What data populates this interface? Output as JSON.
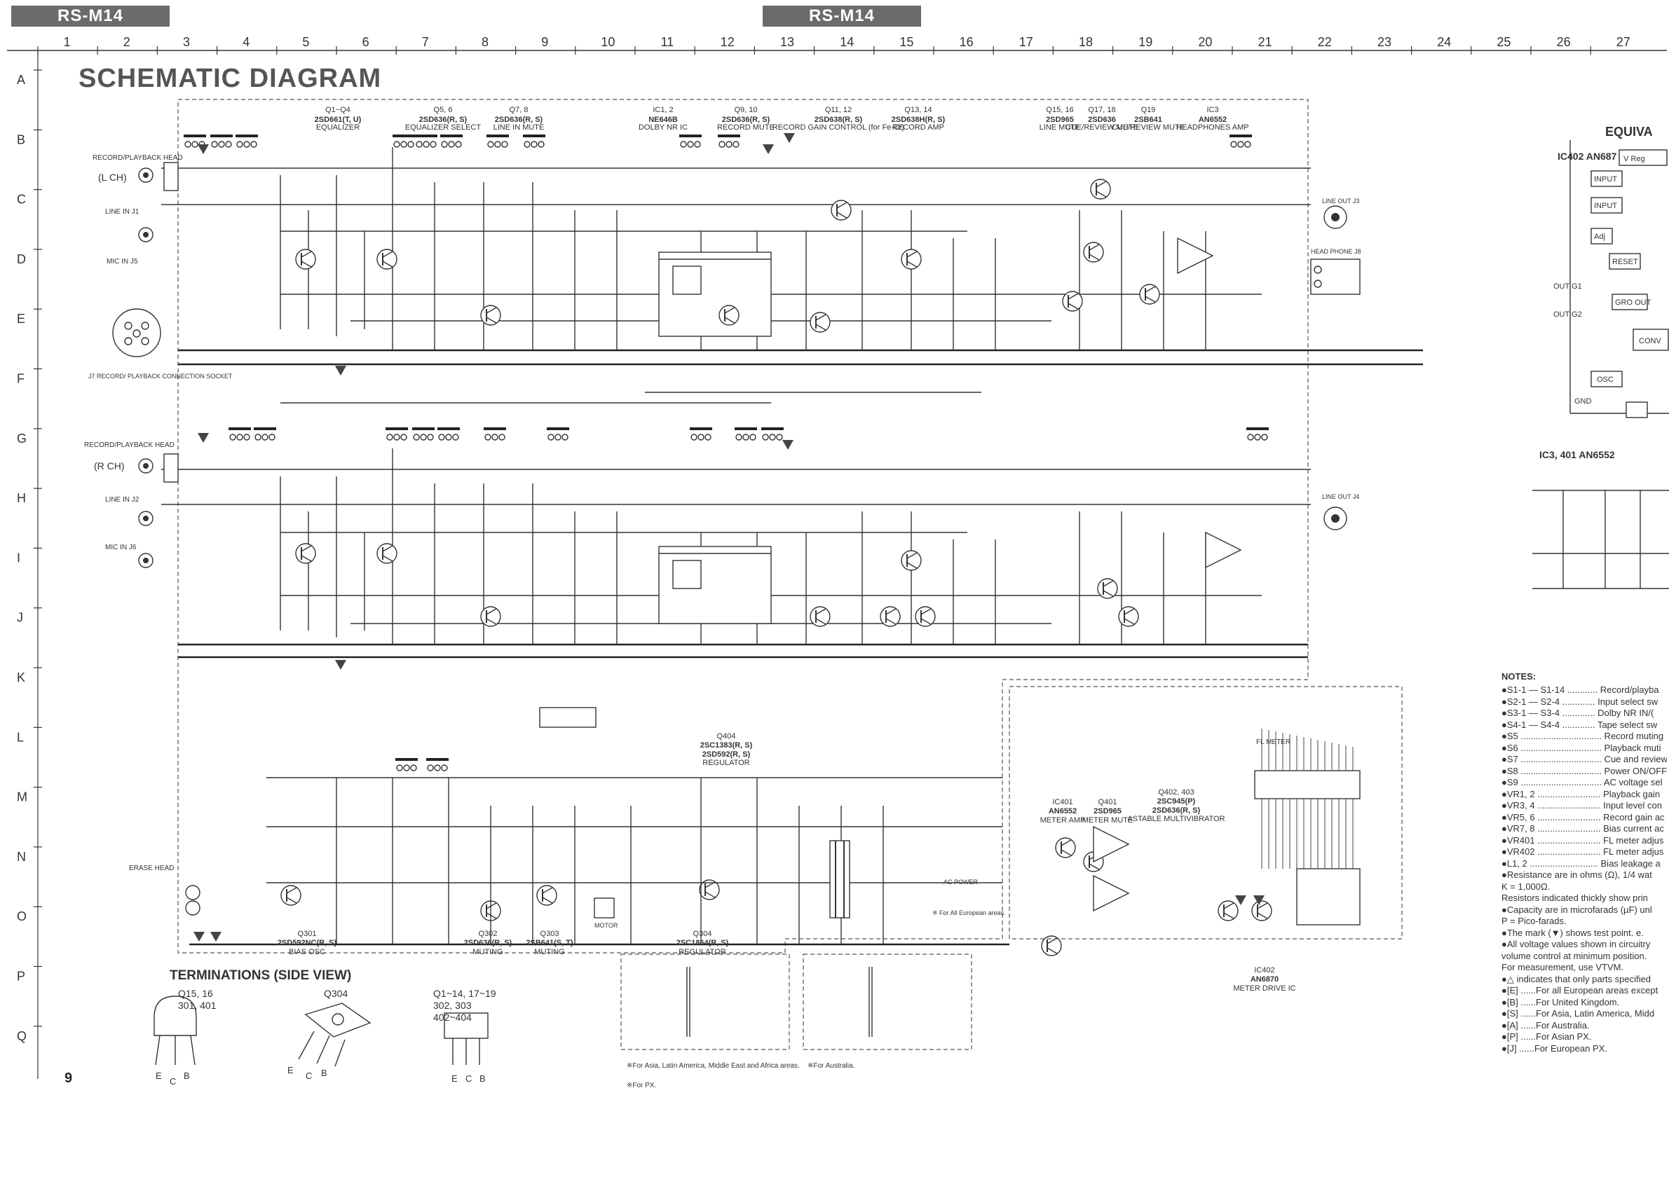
{
  "header": {
    "left_tab": "RS-M14",
    "right_tab": "RS-M14"
  },
  "title": "SCHEMATIC DIAGRAM",
  "page_number": "9",
  "ruler": {
    "columns": [
      "1",
      "2",
      "3",
      "4",
      "5",
      "6",
      "7",
      "8",
      "9",
      "10",
      "11",
      "12",
      "13",
      "14",
      "15",
      "16",
      "17",
      "18",
      "19",
      "20",
      "21",
      "22",
      "23",
      "24",
      "25",
      "26",
      "27"
    ],
    "rows": [
      "A",
      "B",
      "C",
      "D",
      "E",
      "F",
      "G",
      "H",
      "I",
      "J",
      "K",
      "L",
      "M",
      "N",
      "O",
      "P",
      "Q"
    ]
  },
  "side_titles": {
    "equiva": "EQUIVA",
    "ic402": "IC402  AN687",
    "ic3": "IC3, 401   AN6552"
  },
  "ic402_blocks": {
    "vreg": "V Reg",
    "input1": "INPUT",
    "input2": "INPUT",
    "adj": "Adj",
    "reset": "RESET",
    "gro_out": "GRO OUT",
    "conv": "CONV",
    "osc": "OSC",
    "out_g1": "OUT G1",
    "out_g2": "OUT G2",
    "gnd": "GND"
  },
  "transistors": [
    {
      "ref": "Q1~Q4",
      "part": "2SD661(T, U)",
      "fn": "EQUALIZER"
    },
    {
      "ref": "Q5, 6",
      "part": "2SD636(R, S)",
      "fn": "EQUALIZER SELECT"
    },
    {
      "ref": "Q7, 8",
      "part": "2SD636(R, S)",
      "fn": "LINE IN MUTE"
    },
    {
      "ref": "IC1, 2",
      "part": "NE646B",
      "fn": "DOLBY NR IC"
    },
    {
      "ref": "Q9, 10",
      "part": "2SD636(R, S)",
      "fn": "RECORD MUTE"
    },
    {
      "ref": "Q11, 12",
      "part": "2SD638(R, S)",
      "fn": "RECORD GAIN CONTROL (for Fe-Cr)"
    },
    {
      "ref": "Q13, 14",
      "part": "2SD638H(R, S)",
      "fn": "RECORD AMP"
    },
    {
      "ref": "Q15, 16",
      "part": "2SD965",
      "fn": "LINE MUTE"
    },
    {
      "ref": "Q17, 18",
      "part": "2SD636",
      "fn": "CUE/REVIEW MUTE"
    },
    {
      "ref": "Q19",
      "part": "2SB641",
      "fn": "CUE/REVIEW MUTE"
    },
    {
      "ref": "IC3",
      "part": "AN6552",
      "fn": "HEADPHONES AMP"
    }
  ],
  "lower_parts": [
    {
      "ref": "Q301",
      "part": "2SD592NC(R, S)",
      "fn": "BIAS OSC"
    },
    {
      "ref": "Q302",
      "part": "2SD636(R, S)",
      "fn": "MUTING"
    },
    {
      "ref": "Q303",
      "part": "2SB641(S, T)",
      "fn": "MUTING"
    },
    {
      "ref": "Q304",
      "part": "2SC1864(R, S)",
      "fn": "REGULATOR"
    },
    {
      "ref": "Q404",
      "part": "2SC1383(R, S)",
      "part2": "2SD592(R, S)",
      "fn": "REGULATOR"
    },
    {
      "ref": "IC401",
      "part": "AN6552",
      "fn": "METER AMP"
    },
    {
      "ref": "Q401",
      "part": "2SD965",
      "fn": "METER MUTE"
    },
    {
      "ref": "Q402, 403",
      "part": "2SC945(P)",
      "part2": "2SD636(R, S)",
      "fn": "ASTABLE MULTIVIBRATOR"
    },
    {
      "ref": "IC402",
      "part": "AN6870",
      "fn": "METER DRIVE IC"
    }
  ],
  "connectors": {
    "rec_play_l": "RECORD/PLAYBACK HEAD",
    "lch": "(L CH)",
    "rec_play_r": "RECORD/PLAYBACK HEAD",
    "rch": "(R CH)",
    "line_in_j1": "LINE IN J1",
    "line_in_j2": "LINE IN J2",
    "mic_in_j5": "MIC IN J5",
    "mic_in_j6": "MIC IN J6",
    "j7": "J7 RECORD/ PLAYBACK CONNECTION SOCKET",
    "line_out_j3": "LINE OUT J3",
    "line_out_j4": "LINE OUT J4",
    "headphone": "HEAD PHONE J8",
    "erase_head": "ERASE HEAD",
    "motor": "MOTOR",
    "fl_meter": "FL METER",
    "ac_power": "AC POWER"
  },
  "terminations": {
    "title": "TERMINATIONS (SIDE VIEW)",
    "group1_refs": "Q15, 16\n301, 401",
    "group2_refs": "Q304",
    "group3_refs": "Q1~14, 17~19\n302, 303\n402~404",
    "pins": [
      "E",
      "C",
      "B"
    ]
  },
  "footnotes": {
    "for_all_european": "※ For All European areas.",
    "asia": "※For Asia, Latin America, Middle East and Africa areas.",
    "px": "※For PX.",
    "australia": "※For Australia."
  },
  "notes": {
    "title": "NOTES:",
    "items": [
      "●S1-1 — S1-14 ............ Record/playba",
      "●S2-1 — S2-4 ............. Input select sw",
      "●S3-1 — S3-4 ............. Dolby NR IN/(",
      "●S4-1 — S4-4 ............. Tape select sw",
      "●S5 ................................ Record muting",
      "●S6 ................................ Playback muti",
      "●S7 ................................ Cue and review",
      "●S8 ................................ Power ON/OFF",
      "●S9 ................................ AC voltage sel",
      "●VR1, 2 ......................... Playback gain",
      "●VR3, 4 ......................... Input level con",
      "●VR5, 6 ......................... Record gain ac",
      "●VR7, 8 ......................... Bias current ac",
      "●VR401 ......................... FL meter adjus",
      "●VR402 ......................... FL meter adjus",
      "●L1, 2 ........................... Bias leakage a",
      "●Resistance are in ohms (Ω), 1/4 wat",
      "  K = 1,000Ω.",
      "  Resistors indicated thickly show prin",
      "●Capacity are in microfarads (µF) unl",
      "  P = Pico-farads.",
      "●The mark (▼) shows test point.  e.",
      "●All voltage values shown in circuitry",
      "  volume control at minimum position.",
      "  For measurement, use VTVM.",
      "●△ indicates that only parts specified",
      "●[E] ......For all European areas except",
      "●[B] ......For United Kingdom.",
      "●[S] ......For Asia, Latin America, Midd",
      "●[A] ......For Australia.",
      "●[P] ......For Asian PX.",
      "●[J] ......For European PX."
    ]
  }
}
